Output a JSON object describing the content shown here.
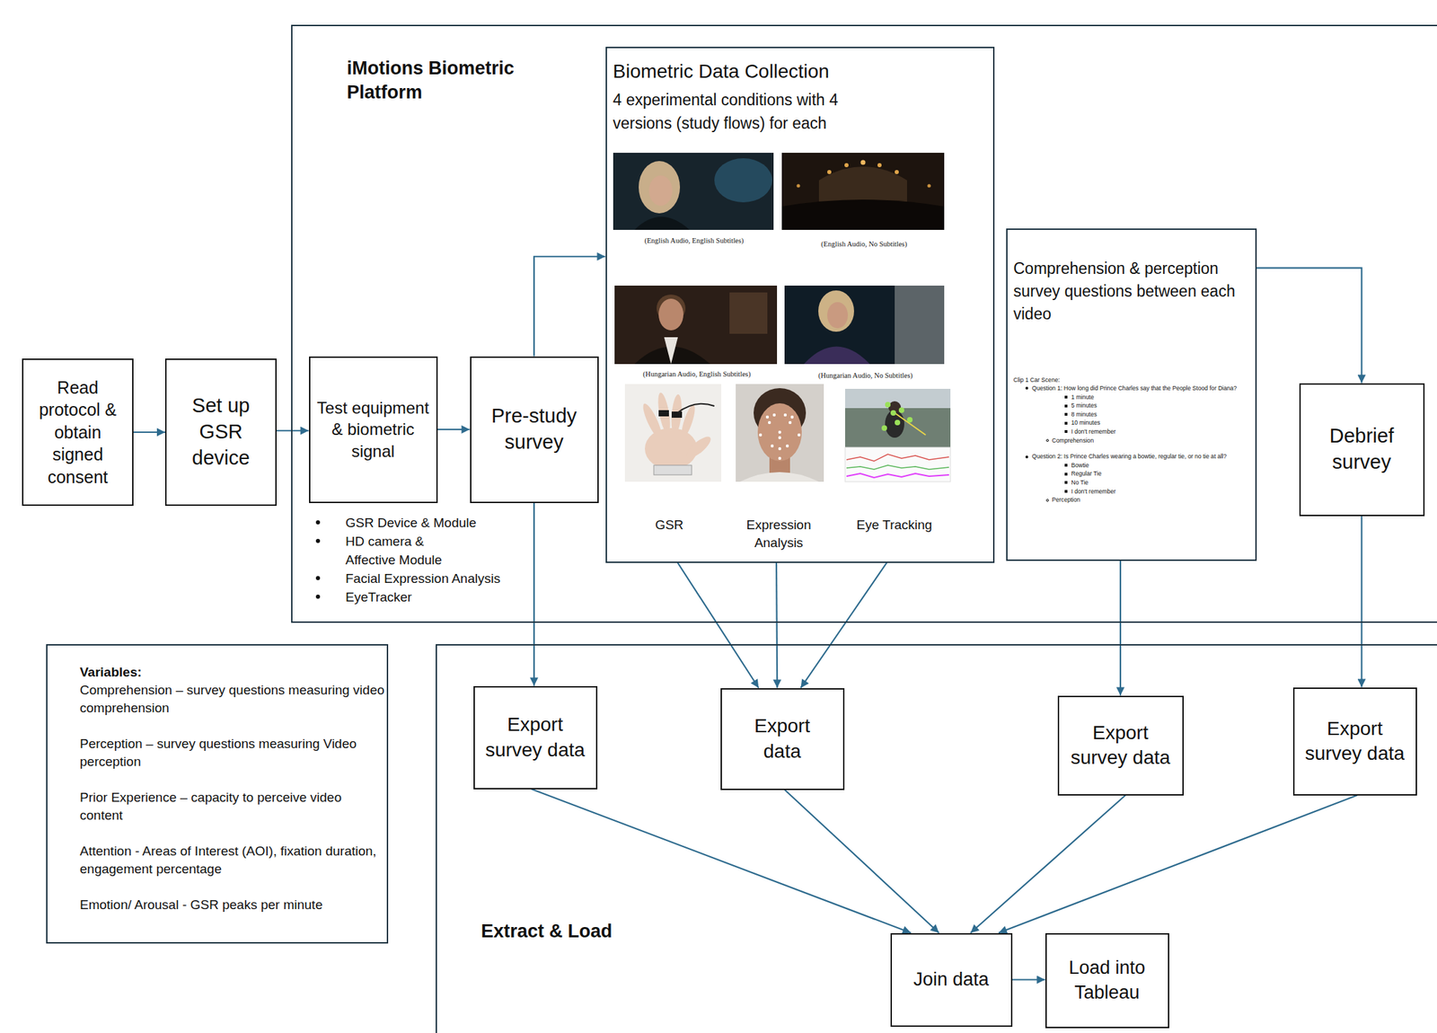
{
  "diagram": {
    "nodes": [
      {
        "text": [
          "Read protocol & obtain signed consent"
        ]
      },
      {
        "text": [
          "Set up GSR device"
        ]
      },
      {
        "text": [
          "iMotions Biometric Platform"
        ]
      },
      {
        "text": [
          "Test equipment & biometric signal"
        ],
        "in": 2
      },
      {
        "text": [
          "Pre-study survey"
        ],
        "in": 2
      },
      {
        "text": [
          "Biometric Data Collection",
          "4 experimental conditions with 4 versions (study flows) for each",
          "(English Audio, English Subtitles)",
          "(English Audio, No Subtitles)",
          "(Hungarian Audio, English Subtitles)",
          "(Hungarian Audio, No Subtitles)",
          "GSR",
          "Expression Analysis",
          "Eye Tracking"
        ],
        "in": 2
      },
      {
        "text": [
          "Comprehension & perception survey questions between each video",
          "Clip 1 Car Scene:",
          "Question 1: How long did Prince Charles say that the People Stood for Diana?",
          "1 minute",
          "5 minutes",
          "8 minutes",
          "10 minutes",
          "I don't remember",
          "Comprehension",
          "Question 2: Is Prince Charles wearing a bowtie, regular tie, or no tie at all?",
          "Bowtie",
          "Regular Tie",
          "No Tie",
          "I don't remember",
          "Perception"
        ],
        "in": 2
      },
      {
        "text": [
          "Debrief survey"
        ],
        "in": 2
      },
      {
        "text": [
          "Variables:",
          "Comprehension – survey questions measuring video comprehension",
          "Perception – survey questions measuring Video perception",
          "Prior Experience – capacity to perceive video content",
          "Attention - Areas of Interest (AOI), fixation duration, engagement percentage",
          "Emotion/ Arousal - GSR peaks per minute"
        ]
      },
      {
        "text": [
          "Extract & Load"
        ]
      },
      {
        "text": [
          "Export survey data"
        ],
        "in": 9
      },
      {
        "text": [
          "Export data"
        ],
        "in": 9
      },
      {
        "text": [
          "Export survey data"
        ],
        "in": 9
      },
      {
        "text": [
          "Export survey data"
        ],
        "in": 9
      },
      {
        "text": [
          "Join data"
        ],
        "in": 9
      },
      {
        "text": [
          "Load into Tableau"
        ],
        "in": 9
      }
    ],
    "edges": [
      {
        "from": 0,
        "to": 1,
        "arrow": "to"
      },
      {
        "from": 1,
        "to": 3,
        "arrow": "to"
      },
      {
        "from": 3,
        "to": 4,
        "arrow": "to"
      },
      {
        "from": 4,
        "to": 5,
        "arrow": "to"
      },
      {
        "from": 4,
        "to": 10,
        "arrow": "to"
      },
      {
        "from": 5,
        "to": 11,
        "arrow": "to"
      },
      {
        "from": 5,
        "to": 11,
        "arrow": "to"
      },
      {
        "from": 5,
        "to": 11,
        "arrow": "to"
      },
      {
        "from": 6,
        "to": 7,
        "arrow": "to"
      },
      {
        "from": 6,
        "to": 12,
        "arrow": "to"
      },
      {
        "from": 7,
        "to": 13,
        "arrow": "to"
      },
      {
        "from": 10,
        "to": 14,
        "arrow": "to"
      },
      {
        "from": 11,
        "to": 14,
        "arrow": "to"
      },
      {
        "from": 12,
        "to": 14,
        "arrow": "to"
      },
      {
        "from": 13,
        "to": 14,
        "arrow": "to"
      },
      {
        "from": 14,
        "to": 15,
        "arrow": "to"
      }
    ],
    "labels": [
      "GSR Device & Module",
      "HD camera & Affective Module",
      "Facial Expression Analysis",
      "EyeTracker"
    ]
  }
}
